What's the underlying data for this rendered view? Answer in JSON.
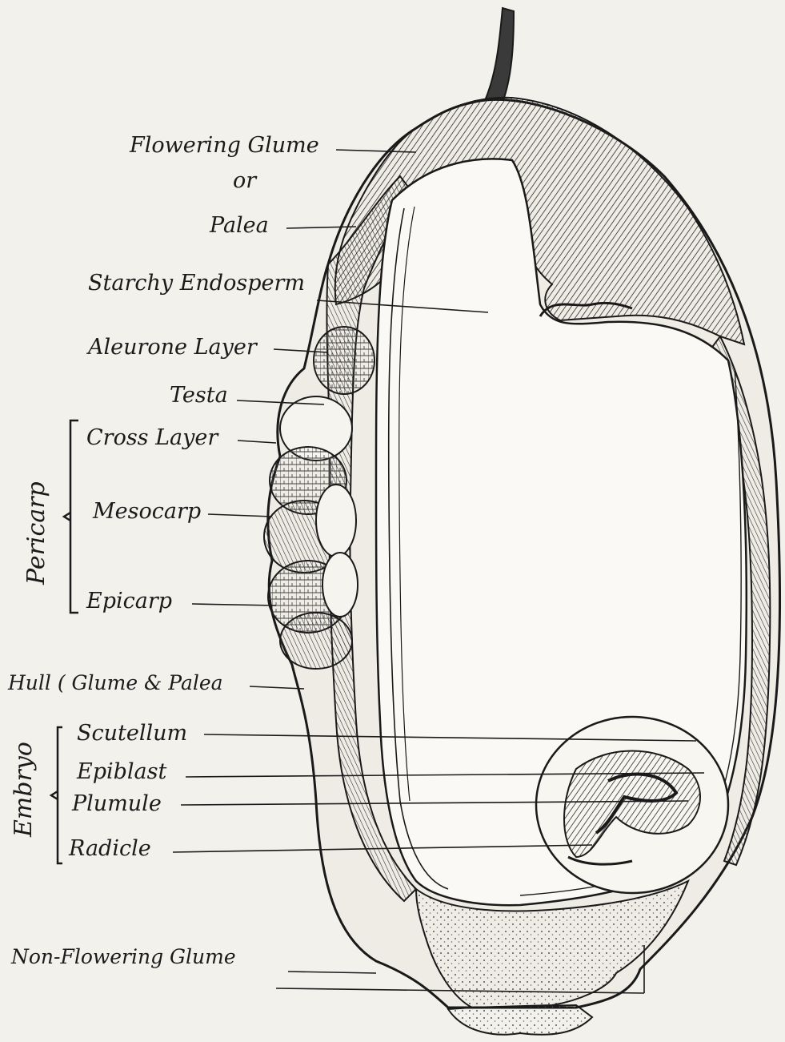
{
  "labels": {
    "flowering_glume": "Flowering Glume",
    "or": "or",
    "palea": "Palea",
    "starchy_endosperm": "Starchy Endosperm",
    "aleurone_layer": "Aleurone Layer",
    "testa": "Testa",
    "cross_layer": "Cross Layer",
    "mesocarp": "Mesocarp",
    "epicarp": "Epicarp",
    "hull": "Hull ( Glume & Palea",
    "scutellum": "Scutellum",
    "epiblast": "Epiblast",
    "plumule": "Plumule",
    "radicle": "Radicle",
    "non_flowering_glume": "Non-Flowering Glume"
  },
  "groups": {
    "pericarp": "Pericarp",
    "embryo": "Embryo"
  }
}
